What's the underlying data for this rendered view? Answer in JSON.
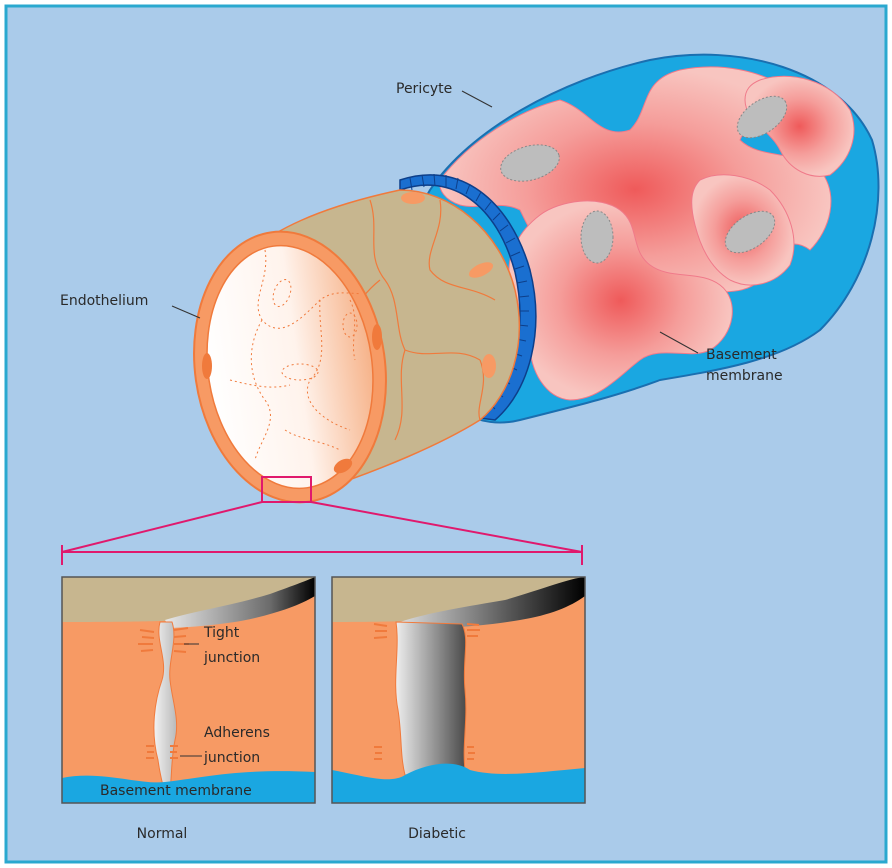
{
  "labels": {
    "pericyte": "Pericyte",
    "endothelium": "Endothelium",
    "basement_membrane_line1": "Basement",
    "basement_membrane_line2": "membrane",
    "tight_junction_line1": "Tight",
    "tight_junction_line2": "junction",
    "adherens_junction_line1": "Adherens",
    "adherens_junction_line2": "junction",
    "inset_basement_membrane": "Basement membrane"
  },
  "captions": {
    "normal": "Normal",
    "diabetic": "Diabetic"
  },
  "colors": {
    "background": "#aacbea",
    "border": "#2aa8cf",
    "basement_membrane": "#1aa7e1",
    "pericyte": "#f7b9b5",
    "pericyte_center": "#f0605f",
    "nucleus": "#bdbdbd",
    "endothelium": "#f79a64",
    "endothelium_outline": "#f07a3c",
    "vessel_body": "#c7b68f",
    "highlight_box": "#e0196d"
  }
}
